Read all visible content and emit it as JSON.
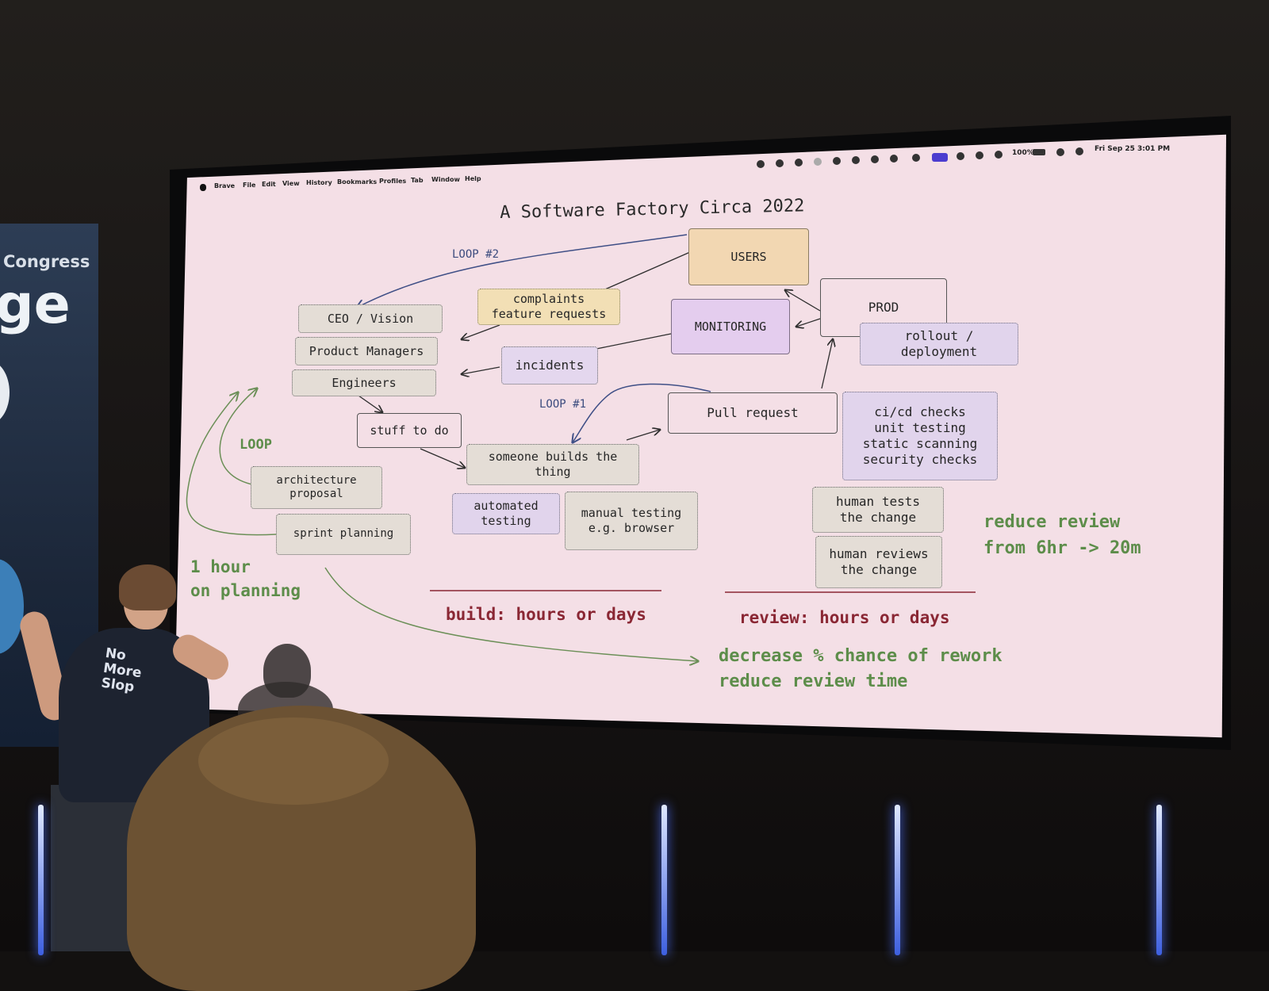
{
  "menubar": {
    "items": [
      "Brave",
      "File",
      "Edit",
      "View",
      "History",
      "Bookmarks",
      "Profiles",
      "Tab",
      "Window",
      "Help"
    ],
    "status": {
      "battery": "100%",
      "datetime": "Fri Sep 25  3:01 PM"
    }
  },
  "banner": {
    "line1": "Congress",
    "line2": "ge"
  },
  "slide": {
    "title": "A Software Factory Circa 2022",
    "nodes": {
      "users": "USERS",
      "prod": "PROD",
      "monitoring": "MONITORING",
      "rollout": "rollout /\ndeployment",
      "complaints": "complaints\nfeature requests",
      "incidents": "incidents",
      "ceo": "CEO / Vision",
      "pms": "Product Managers",
      "engineers": "Engineers",
      "stuff": "stuff to do",
      "builds": "someone builds the\nthing",
      "pr": "Pull request",
      "cicd": "ci/cd checks\nunit testing\nstatic scanning\nsecurity checks",
      "arch": "architecture\nproposal",
      "sprint": "sprint planning",
      "auto": "automated\ntesting",
      "manual": "manual testing\ne.g. browser",
      "human_tests": "human tests\nthe change",
      "human_reviews": "human reviews\nthe change"
    },
    "labels": {
      "loop2": "LOOP #2",
      "loop1": "LOOP #1",
      "loop": "LOOP",
      "one_hour": "1 hour\non planning",
      "build": "build: hours or days",
      "review": "review: hours or days",
      "reduce_review": "reduce review\nfrom 6hr -> 20m",
      "decrease": "decrease % chance of rework\nreduce review time"
    }
  },
  "speaker": {
    "shirt": "No\nMore\nSlop"
  }
}
